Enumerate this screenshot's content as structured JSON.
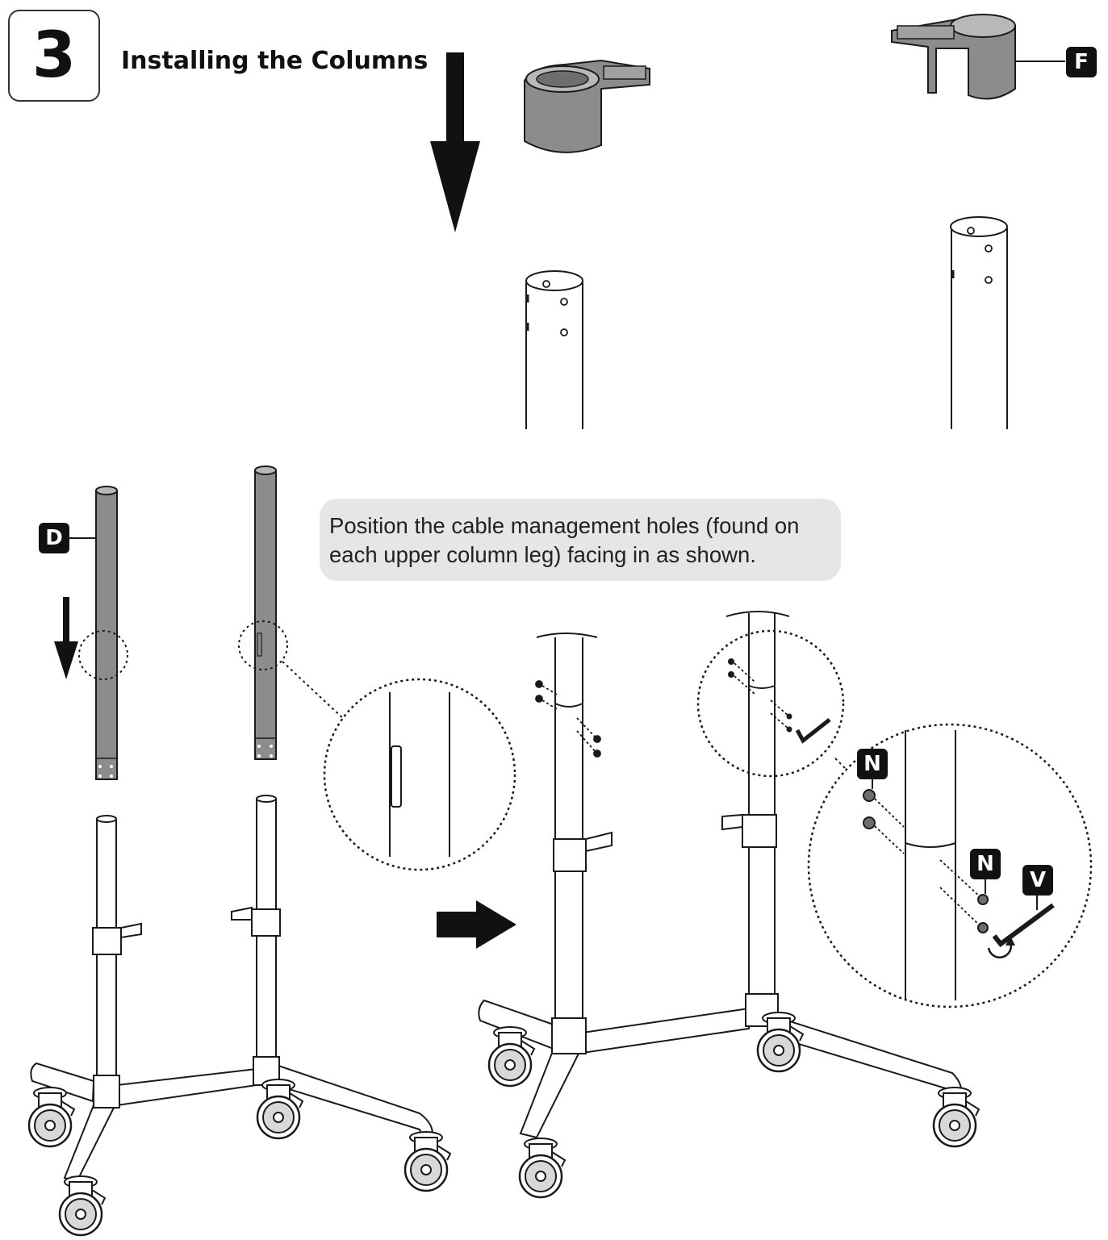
{
  "step": {
    "number": "3",
    "title": "Installing the Columns"
  },
  "note": {
    "line1": "Position the cable management holes (found on",
    "line2": "each upper column leg) facing in as shown."
  },
  "part_labels": {
    "f": "F",
    "d": "D",
    "n_top": "N",
    "n_bottom": "N",
    "v": "V"
  },
  "colors": {
    "ink": "#1a1a1a",
    "part_gray": "#8c8c8c",
    "callout_bg": "#e6e6e6",
    "label_bg": "#111111"
  }
}
